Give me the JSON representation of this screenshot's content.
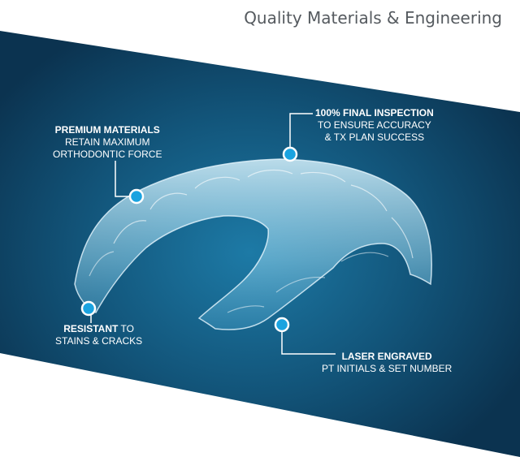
{
  "page": {
    "title": "Quality Materials & Engineering"
  },
  "callouts": {
    "premium": {
      "title": "PREMIUM MATERIALS",
      "line1": "RETAIN MAXIMUM",
      "line2": "ORTHODONTIC FORCE"
    },
    "inspection": {
      "title": "100% FINAL INSPECTION",
      "line1": "TO ENSURE ACCURACY",
      "line2": "& TX PLAN SUCCESS"
    },
    "resistant": {
      "title": "RESISTANT",
      "title_suffix": " TO",
      "line1": "STAINS & CRACKS"
    },
    "laser": {
      "title": "LASER ENGRAVED",
      "line1": "PT INITIALS & SET NUMBER"
    }
  },
  "colors": {
    "panel_dark": "#0c3550",
    "panel_mid": "#1b6f99",
    "marker_fill": "#1aa3e0",
    "marker_ring": "#ffffff",
    "heading_text": "#555a5f"
  },
  "image": {
    "subject": "clear-aligner-tray"
  }
}
